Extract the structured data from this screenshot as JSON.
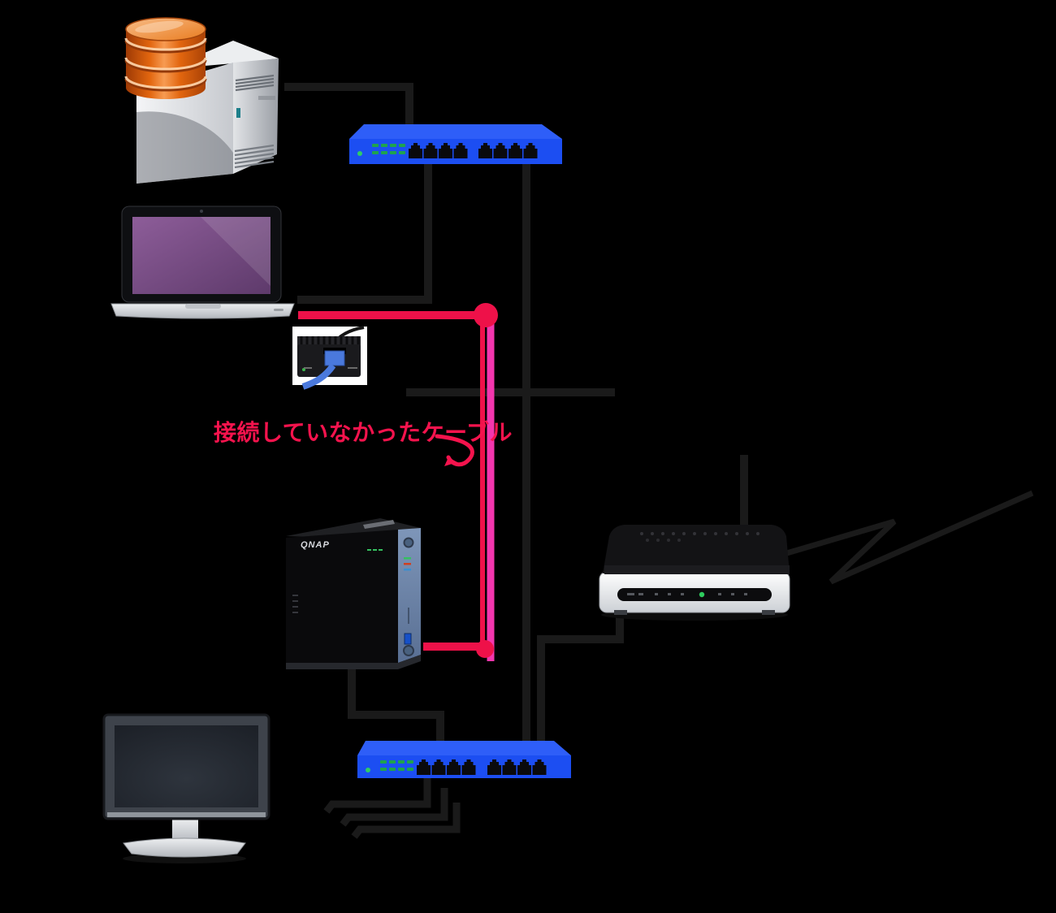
{
  "caption": {
    "text": "接続していなかったケーブル"
  },
  "colors": {
    "background": "#000000",
    "cable": "#1a1a1a",
    "cable_red": "#ee1149",
    "cable_magenta": "#f436ae",
    "annotation": "#f5134d",
    "switch_blue": "#1c4ef2",
    "switch_blue_top": "#2e5ef8",
    "led_green": "#1fa34d",
    "db_orange": "#e2660f",
    "nas_panel": "#6d85a9",
    "laptop_screen_purple": "#7b4e88",
    "adapter_cable_blue": "#4a79dd"
  },
  "devices": {
    "database_server": {
      "name": "database-server"
    },
    "switch_top": {
      "name": "ethernet-switch",
      "ports": 8
    },
    "switch_bottom": {
      "name": "ethernet-switch",
      "ports": 8
    },
    "laptop": {
      "name": "laptop"
    },
    "usb_ethernet_adapter": {
      "name": "usb-ethernet-adapter"
    },
    "nas": {
      "name": "nas",
      "logo": "QNAP"
    },
    "router": {
      "name": "router-modem"
    },
    "monitor": {
      "name": "desktop-monitor"
    }
  }
}
